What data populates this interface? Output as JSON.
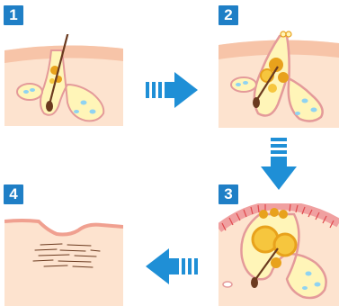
{
  "steps": [
    {
      "number": "1"
    },
    {
      "number": "2"
    },
    {
      "number": "3"
    },
    {
      "number": "4"
    }
  ],
  "arrows": [
    "right",
    "down",
    "left"
  ],
  "colors": {
    "badge": "#1f7fc6",
    "arrow": "#1f8fd6",
    "skin_surface": "#f7c4a8",
    "skin_body": "#fde3cf",
    "skin_outline": "#e8a48a",
    "gland_fill": "#fff5b8",
    "gland_outline": "#e49a9a",
    "sebum": "#e8a21c",
    "sebum_light": "#f6c63e",
    "hair": "#6b3a1f",
    "pore_blue": "#8fd3f2",
    "inflammation": "#e0484c",
    "scar_lines": "#6b3a1f"
  },
  "icons": [
    "arrow-right-icon",
    "arrow-down-icon",
    "arrow-left-icon"
  ]
}
